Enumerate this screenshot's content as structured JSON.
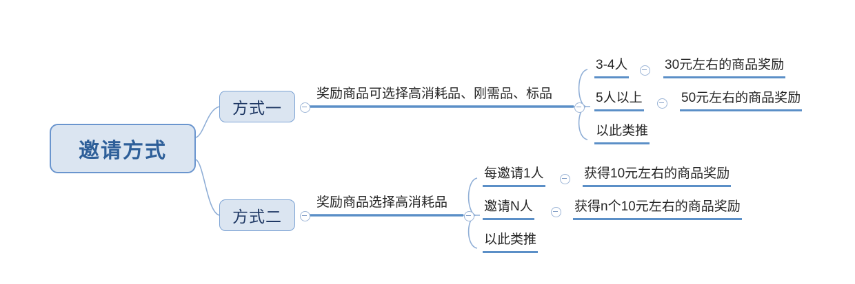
{
  "diagram": {
    "type": "mind-map",
    "title": "邀请方式",
    "colors": {
      "node_fill": "#dbe5f1",
      "node_border": "#6a95ce",
      "root_text": "#2e5f99",
      "branch_text": "#1f3864",
      "leaf_text": "#262626",
      "underline": "#5b8fc7",
      "connector": "#8faed6"
    }
  },
  "root": {
    "label": "邀请方式"
  },
  "branches": [
    {
      "id": "branch-1",
      "label": "方式一",
      "description": "奖励商品可选择高消耗品、刚需品、标品",
      "children": [
        {
          "condition": "3-4人",
          "reward": "30元左右的商品奖励"
        },
        {
          "condition": "5人以上",
          "reward": "50元左右的商品奖励"
        },
        {
          "condition": "以此类推",
          "reward": ""
        }
      ]
    },
    {
      "id": "branch-2",
      "label": "方式二",
      "description": "奖励商品选择高消耗品",
      "children": [
        {
          "condition": "每邀请1人",
          "reward": "获得10元左右的商品奖励"
        },
        {
          "condition": "邀请N人",
          "reward": "获得n个10元左右的商品奖励"
        },
        {
          "condition": "以此类推",
          "reward": ""
        }
      ]
    }
  ],
  "icons": {
    "collapse": "collapse-circle-icon"
  }
}
